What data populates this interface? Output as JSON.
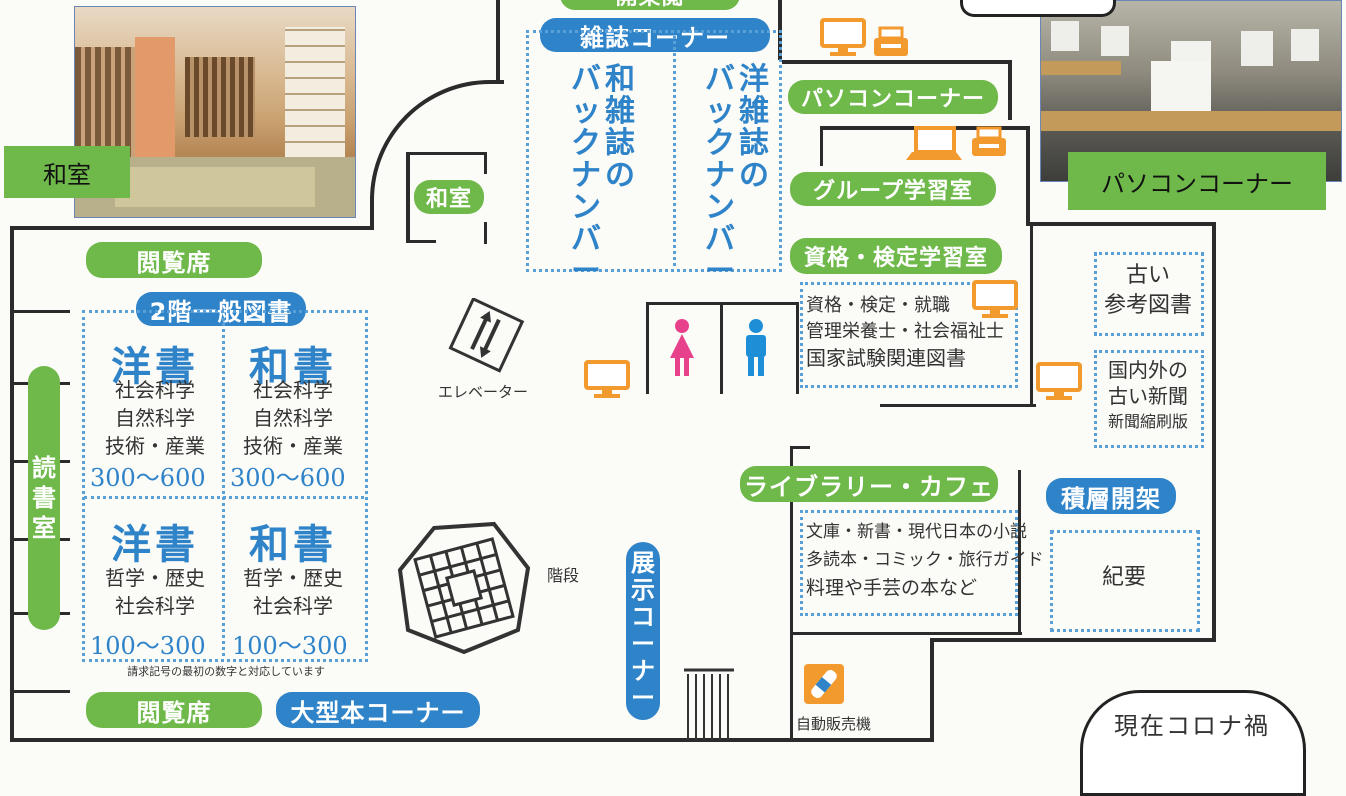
{
  "photos": {
    "washitsu_label": "和室",
    "pc_label": "パソコンコーナー"
  },
  "rooms": {
    "kaiko": "開架閲",
    "magazine_corner": "雑誌コーナー",
    "wa_back": "和雑誌のバックナンバー",
    "yo_back": "洋雑誌のバックナンバー",
    "pc_corner": "パソコンコーナー",
    "washitsu": "和室",
    "group_study": "グループ学習室",
    "shikaku_room": "資格・検定学習室",
    "shikaku_books": [
      "資格・検定・就職",
      "管理栄養士・社会福祉士",
      "国家試験関連図書"
    ],
    "old_ref": [
      "古い",
      "参考図書"
    ],
    "old_news": [
      "国内外の",
      "古い新聞",
      "新聞縮刷版"
    ],
    "reading_seats_top": "閲覧席",
    "general_books": "2階一般図書",
    "reading_room": [
      "読",
      "書",
      "室"
    ],
    "elevator": "エレベーター",
    "stairs": "階段",
    "library_cafe": "ライブラリー・カフェ",
    "cafe_books": [
      "文庫・新書・現代日本の小説",
      "多読本・コミック・旅行ガイド",
      "料理や手芸の本など"
    ],
    "stacks": "積層開架",
    "kiyo": "紀要",
    "exhibit": [
      "展",
      "示",
      "コ",
      "ー",
      "ナ",
      "ー"
    ],
    "vending": "自動販売機",
    "reading_seats_bottom": "閲覧席",
    "large_books": "大型本コーナー",
    "note": "請求記号の最初の数字と対応しています",
    "corona": "現在コロナ禍"
  },
  "shelves": [
    {
      "title": "洋書",
      "lines": [
        "社会科学",
        "自然科学",
        "技術・産業"
      ],
      "range": "300～600"
    },
    {
      "title": "和書",
      "lines": [
        "社会科学",
        "自然科学",
        "技術・産業"
      ],
      "range": "300～600"
    },
    {
      "title": "洋書",
      "lines": [
        "哲学・歴史",
        "社会科学"
      ],
      "range": "100～300"
    },
    {
      "title": "和書",
      "lines": [
        "哲学・歴史",
        "社会科学"
      ],
      "range": "100～300"
    }
  ],
  "colors": {
    "green": "#6fb84a",
    "blue": "#2f83c9",
    "pink": "#e8418b",
    "cyan": "#1e8fd6",
    "orange": "#f29a2e"
  }
}
